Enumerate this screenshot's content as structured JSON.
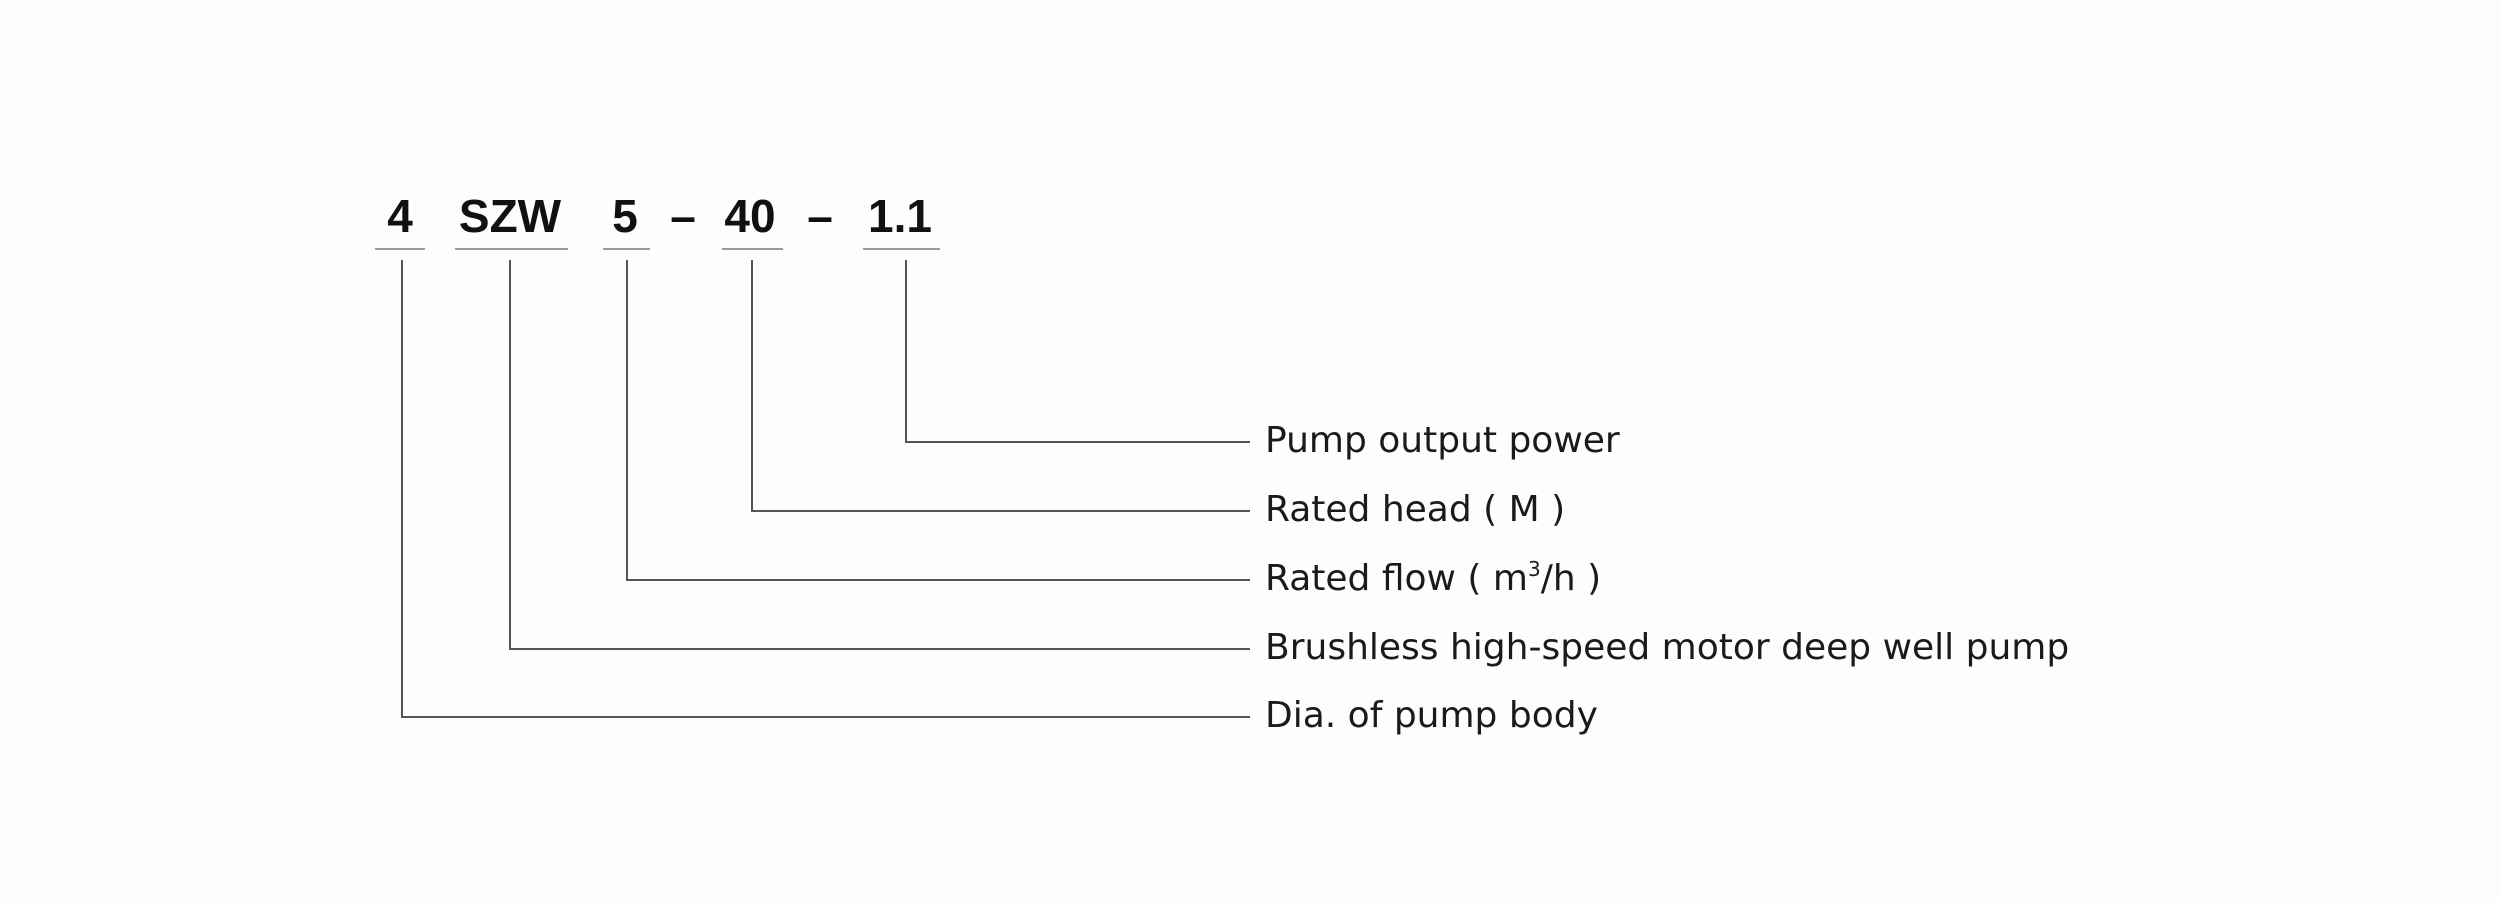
{
  "model_code": {
    "segments": [
      {
        "text": "4"
      },
      {
        "text": "SZW"
      },
      {
        "text": "5"
      },
      {
        "text": "40"
      },
      {
        "text": "1.1"
      }
    ],
    "separators": [
      "–",
      "–"
    ]
  },
  "labels": {
    "output_power": "Pump output power",
    "rated_head": "Rated head ( M )",
    "rated_flow_prefix": "Rated flow ( m",
    "rated_flow_sup": "3",
    "rated_flow_suffix": "/h )",
    "motor_type": "Brushless high-speed motor deep well pump",
    "diameter": "Dia. of pump body"
  },
  "colors": {
    "background": "#fdfdfd",
    "code_text": "#111111",
    "label_text": "#1a1a1a",
    "leader_line": "#555555",
    "underline": "#9a9a9a"
  }
}
